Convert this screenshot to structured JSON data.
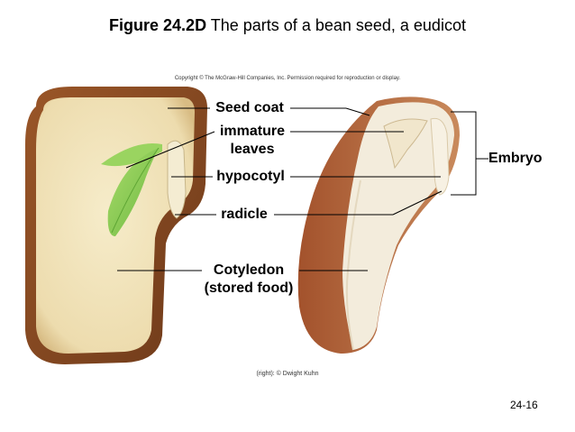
{
  "header": {
    "figure_number": "Figure 24.2D",
    "figure_caption": "The parts of a bean seed, a eudicot"
  },
  "copyright": "Copyright © The McGraw-Hill Companies, Inc. Permission required for reproduction or display.",
  "labels": {
    "seed_coat": "Seed coat",
    "immature_leaves_line1": "immature",
    "immature_leaves_line2": "leaves",
    "hypocotyl": "hypocotyl",
    "radicle": "radicle",
    "cotyledon_line1": "Cotyledon",
    "cotyledon_line2": "(stored food)",
    "embryo": "Embryo"
  },
  "photo_credit": "(right): © Dwight Kuhn",
  "page_number": "24-16",
  "colors": {
    "seed_coat": "#8a4a22",
    "cotyledon": "#f2e6c2",
    "leaf": "#8fcf5a",
    "photo_seed_coat": "#b0623a",
    "photo_cotyledon": "#f3ecdc"
  }
}
